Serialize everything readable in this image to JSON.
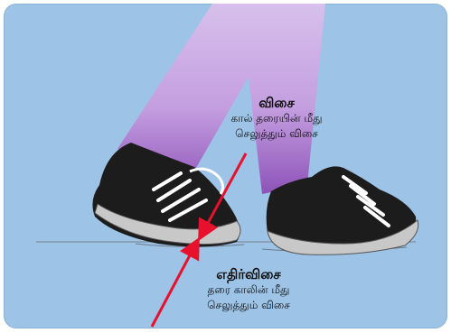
{
  "diagram": {
    "force": {
      "title": "விசை",
      "line1": "கால் தரையின் மீது",
      "line2": "செலுத்தும் விசை"
    },
    "reaction": {
      "title": "எதிர்விசை",
      "line1": "தரை காலின் மீது",
      "line2": "செலுத்தும் விசை"
    },
    "colors": {
      "background": "#9dc3e6",
      "trousers": "#c9a6e0",
      "shoe": "#1c1c1c",
      "sole": "#c8c8c8",
      "arrow": "#e8112d"
    }
  }
}
